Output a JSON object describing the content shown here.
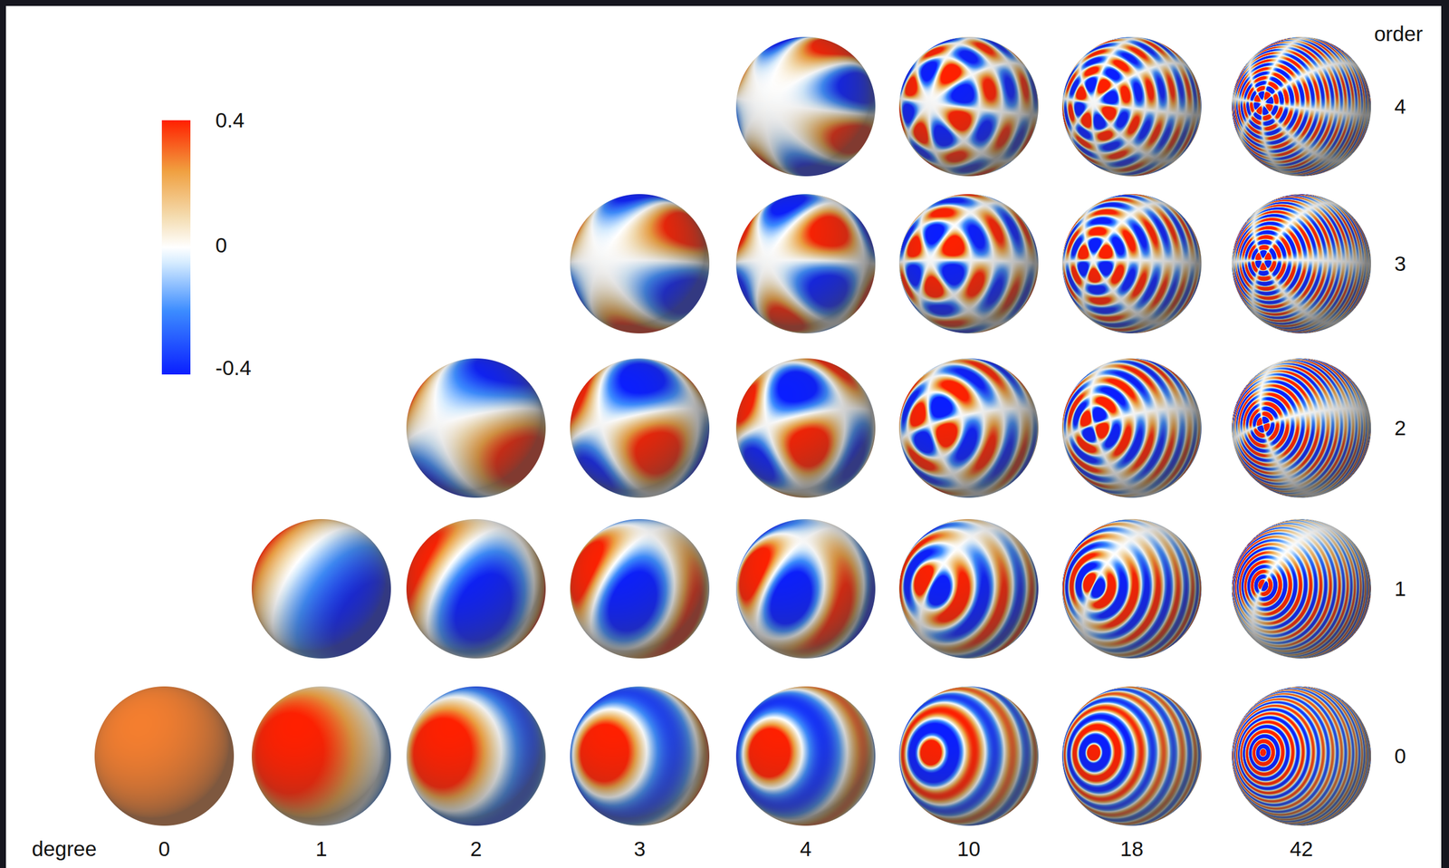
{
  "diagram": {
    "labels": [
      "0.4",
      "0",
      "-0.4",
      "order",
      "4",
      "3",
      "2",
      "1",
      "0",
      "degree",
      "0",
      "1",
      "2",
      "3",
      "4",
      "10",
      "18",
      "42"
    ]
  }
}
